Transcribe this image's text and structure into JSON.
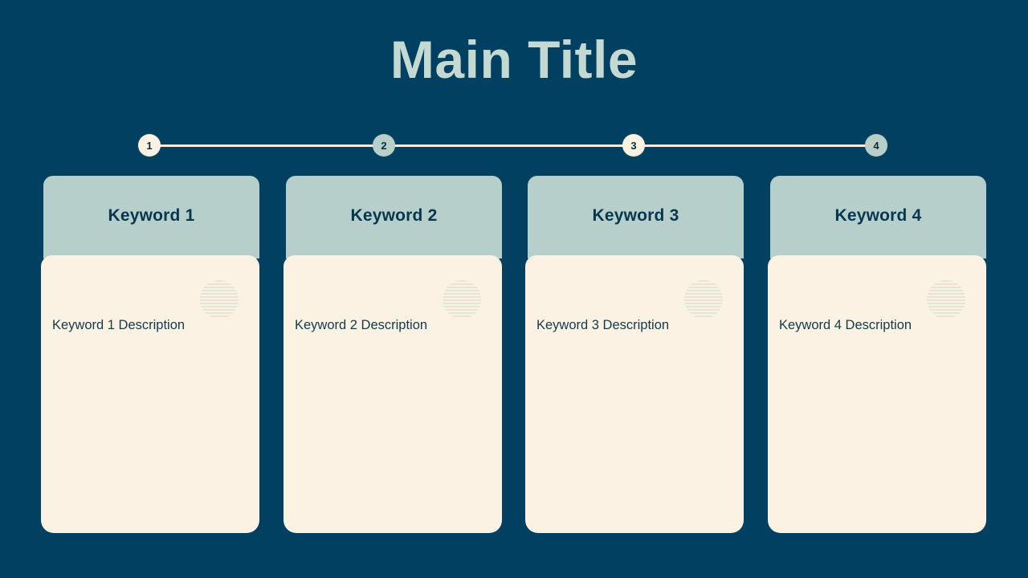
{
  "slide": {
    "background_color": "#014060",
    "title": "Main Title"
  },
  "timeline": {
    "line_color": "#f5ede1",
    "nodes": [
      {
        "label": "1",
        "style": "cream",
        "color": "#fbf2e3"
      },
      {
        "label": "2",
        "style": "sage",
        "color": "#b8cfca"
      },
      {
        "label": "3",
        "style": "cream",
        "color": "#fbf2e3"
      },
      {
        "label": "4",
        "style": "sage",
        "color": "#b8cfca"
      }
    ]
  },
  "cards": [
    {
      "title": "Keyword 1",
      "description": "Keyword 1 Description",
      "header_color": "#b7cfcb",
      "body_color": "#fcf2e3",
      "decoration": "striped-circle"
    },
    {
      "title": "Keyword 2",
      "description": "Keyword 2 Description",
      "header_color": "#b7cfcb",
      "body_color": "#fcf2e3",
      "decoration": "striped-circle"
    },
    {
      "title": "Keyword 3",
      "description": "Keyword 3 Description",
      "header_color": "#b7cfcb",
      "body_color": "#fcf2e3",
      "decoration": "striped-circle"
    },
    {
      "title": "Keyword 4",
      "description": "Keyword 4 Description",
      "header_color": "#b7cfcb",
      "body_color": "#fcf2e3",
      "decoration": "striped-circle"
    }
  ]
}
